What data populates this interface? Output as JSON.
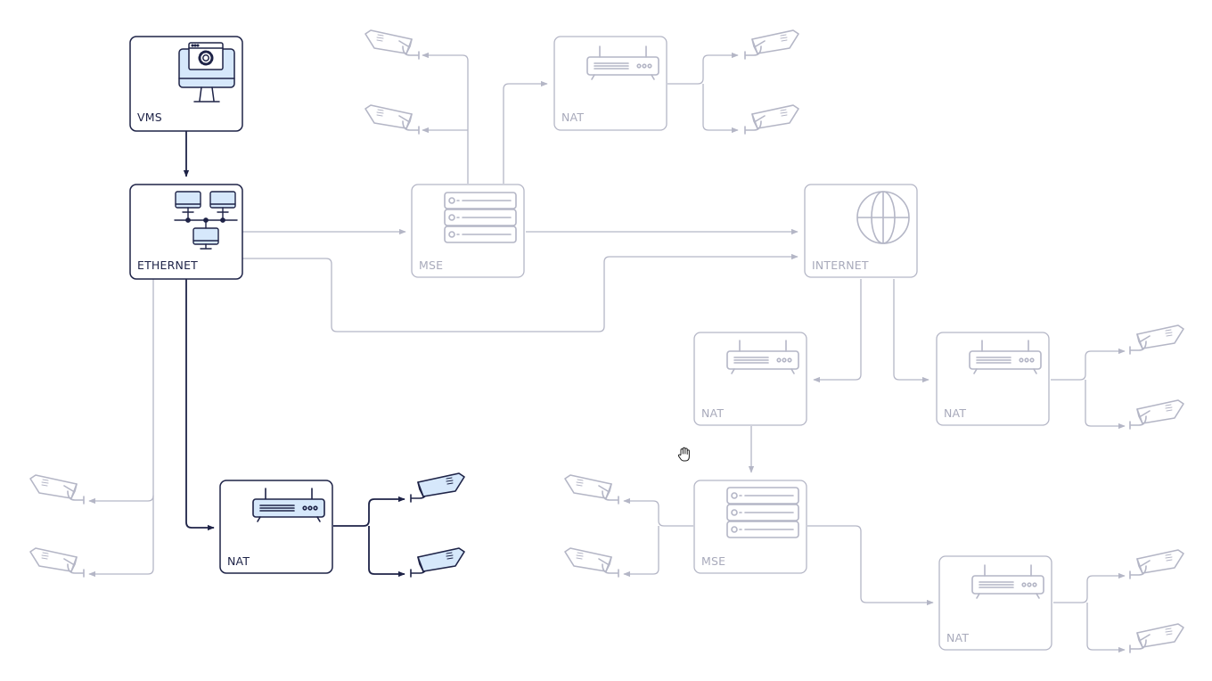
{
  "colors": {
    "active": "#1e2347",
    "active_fill": "#d6e8fb",
    "inactive": "#b4b6c6",
    "inactive_text": "#a8aabb",
    "background": "#ffffff"
  },
  "nodes": {
    "vms": {
      "label": "VMS",
      "icon": "monitor-gear-icon",
      "state": "active"
    },
    "ethernet": {
      "label": "ETHERNET",
      "icon": "network-icon",
      "state": "active"
    },
    "nat_local": {
      "label": "NAT",
      "icon": "router-icon",
      "state": "active"
    },
    "mse_top": {
      "label": "MSE",
      "icon": "server-icon",
      "state": "inactive"
    },
    "nat_top": {
      "label": "NAT",
      "icon": "router-icon",
      "state": "inactive"
    },
    "internet": {
      "label": "INTERNET",
      "icon": "globe-icon",
      "state": "inactive"
    },
    "nat_mid": {
      "label": "NAT",
      "icon": "router-icon",
      "state": "inactive"
    },
    "nat_right": {
      "label": "NAT",
      "icon": "router-icon",
      "state": "inactive"
    },
    "mse_bottom": {
      "label": "MSE",
      "icon": "server-icon",
      "state": "inactive"
    },
    "nat_bottom": {
      "label": "NAT",
      "icon": "router-icon",
      "state": "inactive"
    }
  },
  "camera_icon": "security-camera-icon",
  "cursor_icon": "grab-hand-cursor-icon"
}
